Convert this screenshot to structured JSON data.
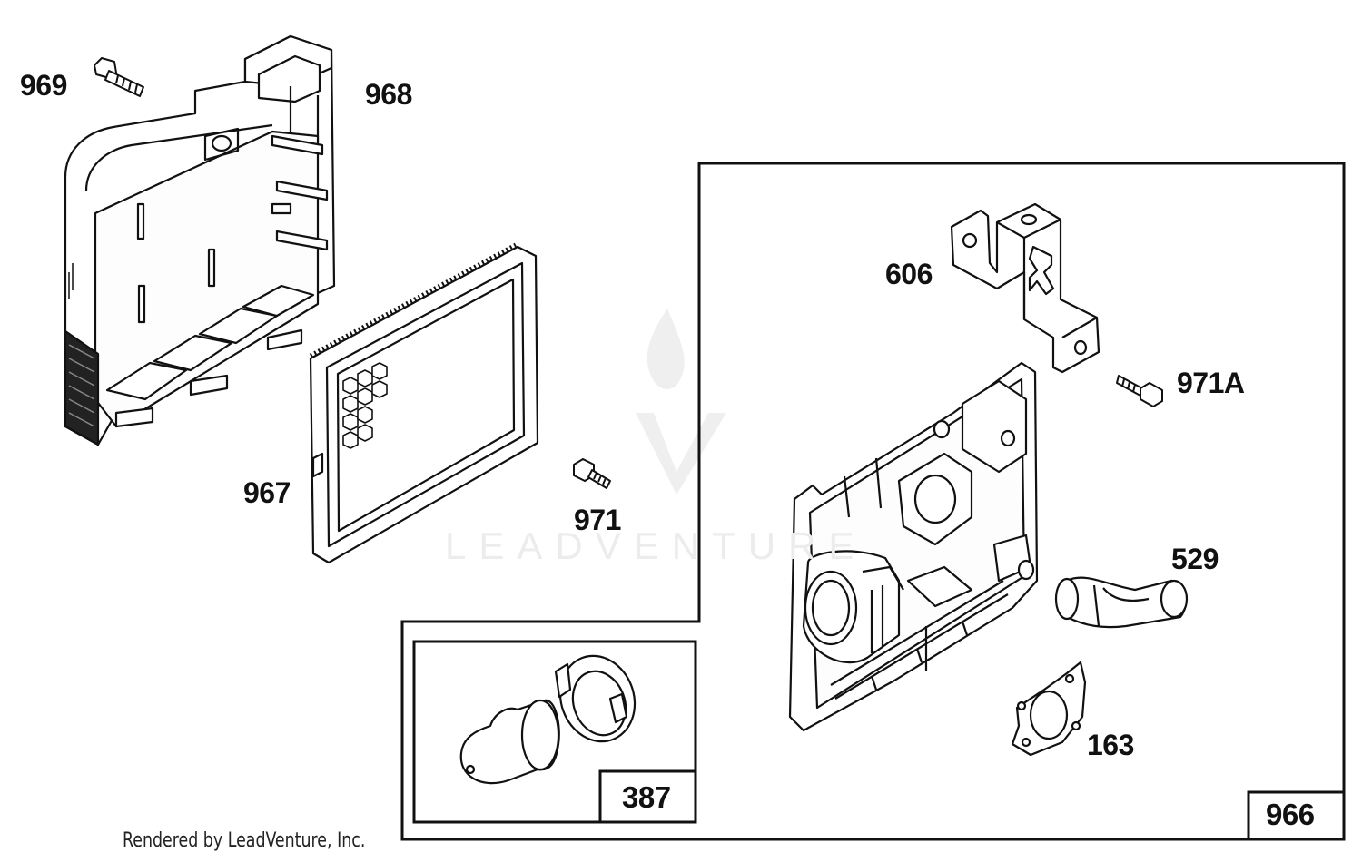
{
  "labels": {
    "p969": "969",
    "p968": "968",
    "p967": "967",
    "p971": "971",
    "p606": "606",
    "p971a": "971A",
    "p529": "529",
    "p163": "163",
    "p387": "387",
    "p966": "966"
  },
  "watermark": "LEADVENTURE",
  "footer": "Rendered by LeadVenture, Inc.",
  "colors": {
    "ink": "#111111",
    "paper": "#ffffff",
    "watermark": "#ececec"
  }
}
